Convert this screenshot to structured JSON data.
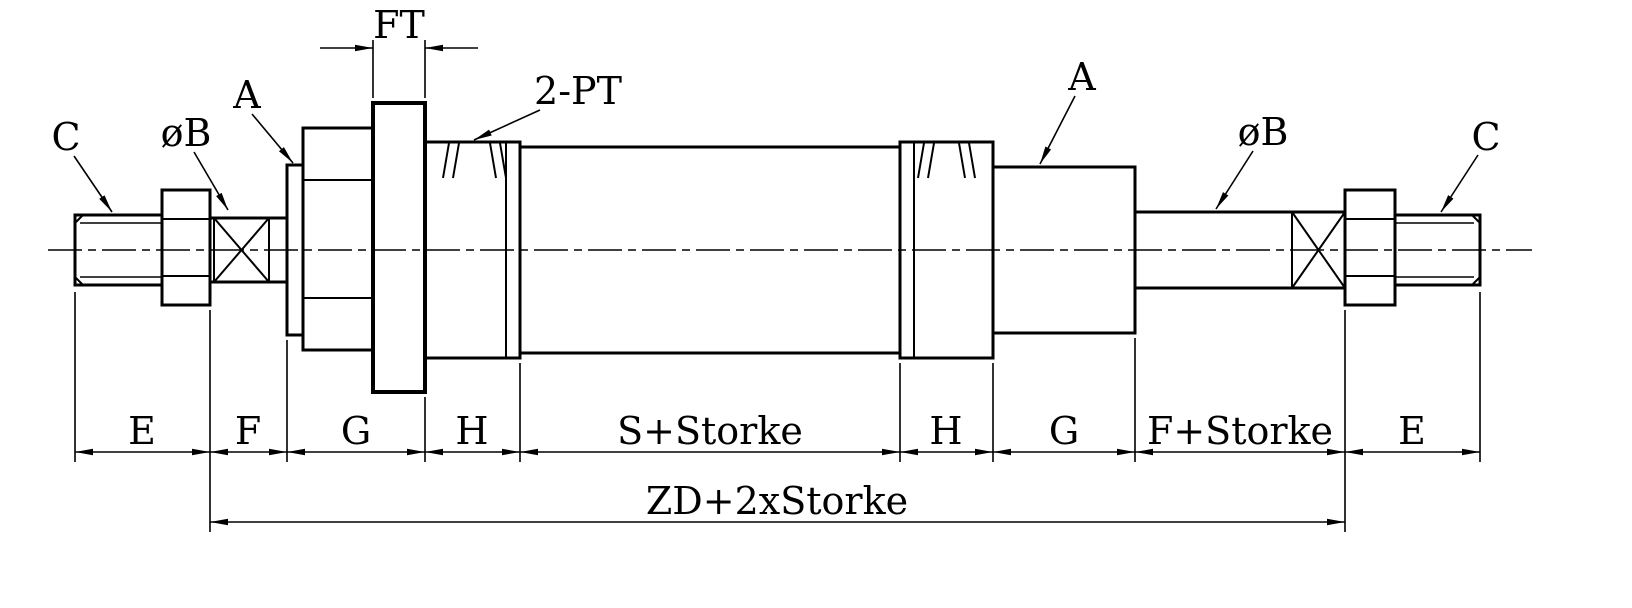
{
  "drawing": {
    "kind": "technical-dimension-drawing",
    "colors": {
      "line": "#000000",
      "background": "#ffffff"
    }
  },
  "callouts": {
    "ft": "FT",
    "c_left": "C",
    "dia_b_left": "øB",
    "a_left": "A",
    "port": "2-PT",
    "a_right": "A",
    "dia_b_right": "øB",
    "c_right": "C"
  },
  "dims": {
    "e_left": "E",
    "f_left": "F",
    "g_left": "G",
    "h_left": "H",
    "s_stroke": "S+Storke",
    "h_right": "H",
    "g_right": "G",
    "f_stroke": "F+Storke",
    "e_right": "E",
    "overall": "ZD+2xStorke"
  }
}
